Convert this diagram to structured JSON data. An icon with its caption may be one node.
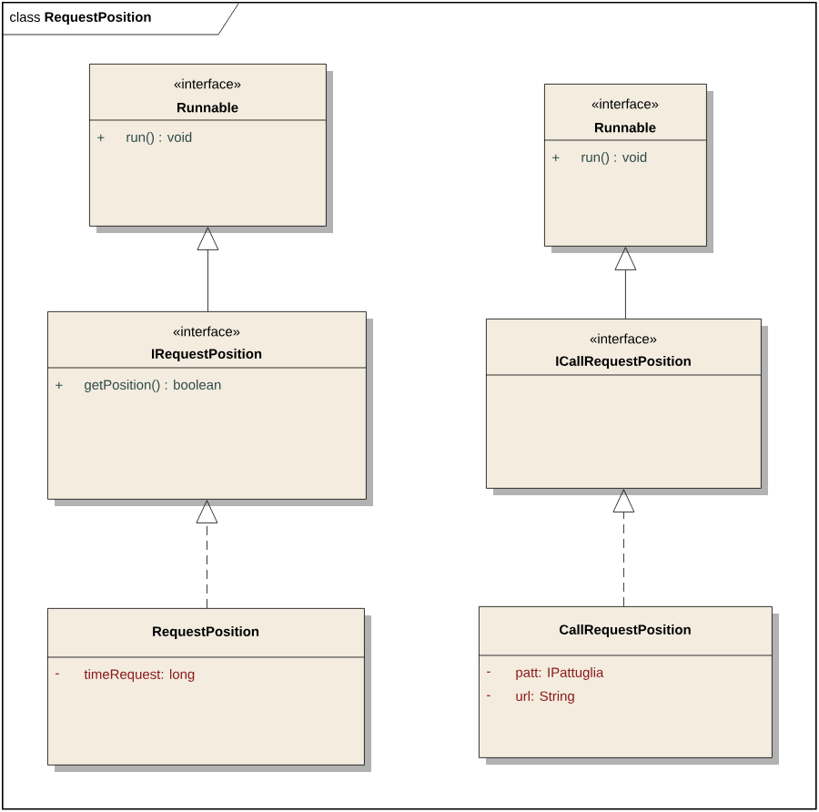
{
  "diagram": {
    "nodes": [
      {
        "text": [
          "class **RequestPosition**"
        ]
      },
      {
        "text": [
          "«interface»",
          "Runnable",
          "+",
          "run() : void"
        ],
        "in": 0
      },
      {
        "text": [
          "«interface»",
          "IRequestPosition",
          "+",
          "getPosition() : boolean"
        ],
        "in": 0
      },
      {
        "text": [
          "RequestPosition",
          "-",
          "timeRequest:  long"
        ],
        "in": 0
      },
      {
        "text": [
          "«interface»",
          "Runnable",
          "+",
          "run() : void"
        ],
        "in": 0
      },
      {
        "text": [
          "«interface»",
          "ICallRequestPosition"
        ],
        "in": 0
      },
      {
        "text": [
          "CallRequestPosition",
          "-",
          "patt:  IPattuglia",
          "-",
          "url:  String"
        ],
        "in": 0
      }
    ],
    "edges": [
      {
        "from": 2,
        "to": 1,
        "arrow": "to"
      },
      {
        "from": 3,
        "to": 2,
        "arrow": "to",
        "style": "dashed"
      },
      {
        "from": 5,
        "to": 4,
        "arrow": "to"
      },
      {
        "from": 6,
        "to": 5,
        "arrow": "to",
        "style": "dashed"
      }
    ]
  }
}
